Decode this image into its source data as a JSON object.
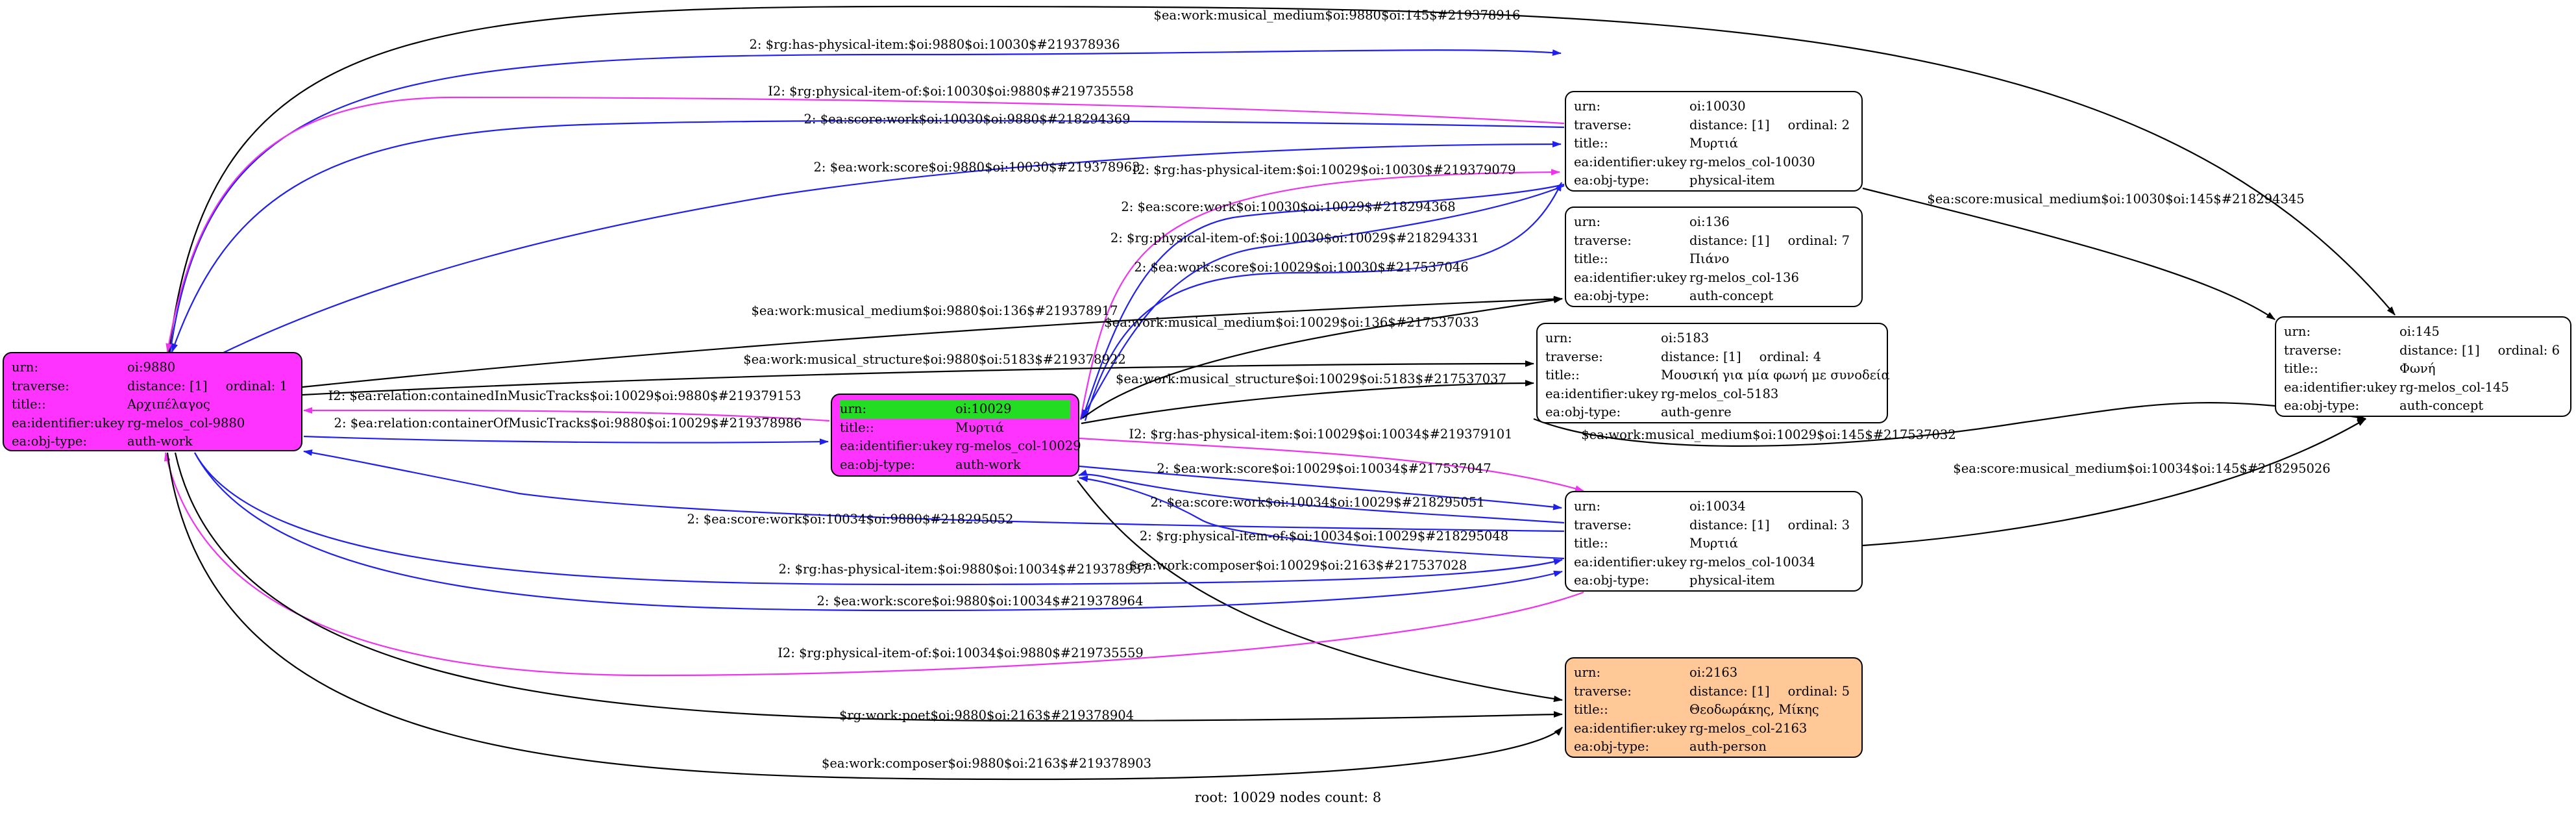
{
  "footer": "root: 10029 nodes count: 8",
  "colors": {
    "black_edge": "#000000",
    "blue_edge": "#2020ee",
    "magenta_edge": "#ee33ee",
    "root_fill": "#ff33ff",
    "focus_fill": "#ff33ff",
    "focus_header": "#22dd22",
    "person_fill": "#ffc896"
  },
  "nodes": {
    "n9880": {
      "urn": "oi:9880",
      "distance": "distance: [1]",
      "ordinal": "ordinal: 1",
      "title": "Αρχιπέλαγος",
      "ukey": "rg-melos_col-9880",
      "type": "auth-work"
    },
    "n10029": {
      "urn": "oi:10029",
      "title": "Μυρτιά",
      "ukey": "rg-melos_col-10029",
      "type": "auth-work"
    },
    "n10030": {
      "urn": "oi:10030",
      "distance": "distance: [1]",
      "ordinal": "ordinal: 2",
      "title": "Μυρτιά",
      "ukey": "rg-melos_col-10030",
      "type": "physical-item"
    },
    "n136": {
      "urn": "oi:136",
      "distance": "distance: [1]",
      "ordinal": "ordinal: 7",
      "title": "Πιάνο",
      "ukey": "rg-melos_col-136",
      "type": "auth-concept"
    },
    "n5183": {
      "urn": "oi:5183",
      "distance": "distance: [1]",
      "ordinal": "ordinal: 4",
      "title": "Μουσική για μία φωνή με συνοδεία",
      "ukey": "rg-melos_col-5183",
      "type": "auth-genre"
    },
    "n10034": {
      "urn": "oi:10034",
      "distance": "distance: [1]",
      "ordinal": "ordinal: 3",
      "title": "Μυρτιά",
      "ukey": "rg-melos_col-10034",
      "type": "physical-item"
    },
    "n2163": {
      "urn": "oi:2163",
      "distance": "distance: [1]",
      "ordinal": "ordinal: 5",
      "title": "Θεοδωράκης, Μίκης",
      "ukey": "rg-melos_col-2163",
      "type": "auth-person"
    },
    "n145": {
      "urn": "oi:145",
      "distance": "distance: [1]",
      "ordinal": "ordinal: 6",
      "title": "Φωνή",
      "ukey": "rg-melos_col-145",
      "type": "auth-concept"
    }
  },
  "field_keys": {
    "urn": "urn:",
    "traverse": "traverse:",
    "title": "title::",
    "ukey": "ea:identifier:ukey",
    "type": "ea:obj-type:"
  },
  "edges": [
    {
      "label": "$ea:work:musical_medium$oi:9880$oi:145$#219378916",
      "color": "black"
    },
    {
      "label": "2: $rg:has-physical-item:$oi:9880$oi:10030$#219378936",
      "color": "blue"
    },
    {
      "label": "I2: $rg:physical-item-of:$oi:10030$oi:9880$#219735558",
      "color": "magenta"
    },
    {
      "label": "2: $ea:score:work$oi:10030$oi:9880$#218294369",
      "color": "blue"
    },
    {
      "label": "2: $ea:work:score$oi:9880$oi:10030$#219378963",
      "color": "blue"
    },
    {
      "label": "I2: $rg:has-physical-item:$oi:10029$oi:10030$#219379079",
      "color": "magenta"
    },
    {
      "label": "$ea:score:musical_medium$oi:10030$oi:145$#218294345",
      "color": "black"
    },
    {
      "label": "2: $ea:score:work$oi:10030$oi:10029$#218294368",
      "color": "blue"
    },
    {
      "label": "2: $rg:physical-item-of:$oi:10030$oi:10029$#218294331",
      "color": "blue"
    },
    {
      "label": "2: $ea:work:score$oi:10029$oi:10030$#217537046",
      "color": "blue"
    },
    {
      "label": "$ea:work:musical_medium$oi:9880$oi:136$#219378917",
      "color": "black"
    },
    {
      "label": "$ea:work:musical_medium$oi:10029$oi:136$#217537033",
      "color": "black"
    },
    {
      "label": "$ea:work:musical_structure$oi:9880$oi:5183$#219378922",
      "color": "black"
    },
    {
      "label": "$ea:work:musical_structure$oi:10029$oi:5183$#217537037",
      "color": "black"
    },
    {
      "label": "I2: $ea:relation:containedInMusicTracks$oi:10029$oi:9880$#219379153",
      "color": "magenta"
    },
    {
      "label": "2: $ea:relation:containerOfMusicTracks$oi:9880$oi:10029$#219378986",
      "color": "blue"
    },
    {
      "label": "$ea:work:musical_medium$oi:10029$oi:145$#217537032",
      "color": "black"
    },
    {
      "label": "I2: $rg:has-physical-item:$oi:10029$oi:10034$#219379101",
      "color": "magenta"
    },
    {
      "label": "$ea:score:musical_medium$oi:10034$oi:145$#218295026",
      "color": "black"
    },
    {
      "label": "2: $ea:work:score$oi:10029$oi:10034$#217537047",
      "color": "blue"
    },
    {
      "label": "2: $ea:score:work$oi:10034$oi:10029$#218295051",
      "color": "blue"
    },
    {
      "label": "2: $ea:score:work$oi:10034$oi:9880$#218295052",
      "color": "blue"
    },
    {
      "label": "2: $rg:physical-item-of:$oi:10034$oi:10029$#218295048",
      "color": "blue"
    },
    {
      "label": "$ea:work:composer$oi:10029$oi:2163$#217537028",
      "color": "black"
    },
    {
      "label": "2: $rg:has-physical-item:$oi:9880$oi:10034$#219378937",
      "color": "blue"
    },
    {
      "label": "2: $ea:work:score$oi:9880$oi:10034$#219378964",
      "color": "blue"
    },
    {
      "label": "I2: $rg:physical-item-of:$oi:10034$oi:9880$#219735559",
      "color": "magenta"
    },
    {
      "label": "$rg:work:poet$oi:9880$oi:2163$#219378904",
      "color": "black"
    },
    {
      "label": "$ea:work:composer$oi:9880$oi:2163$#219378903",
      "color": "black"
    }
  ]
}
